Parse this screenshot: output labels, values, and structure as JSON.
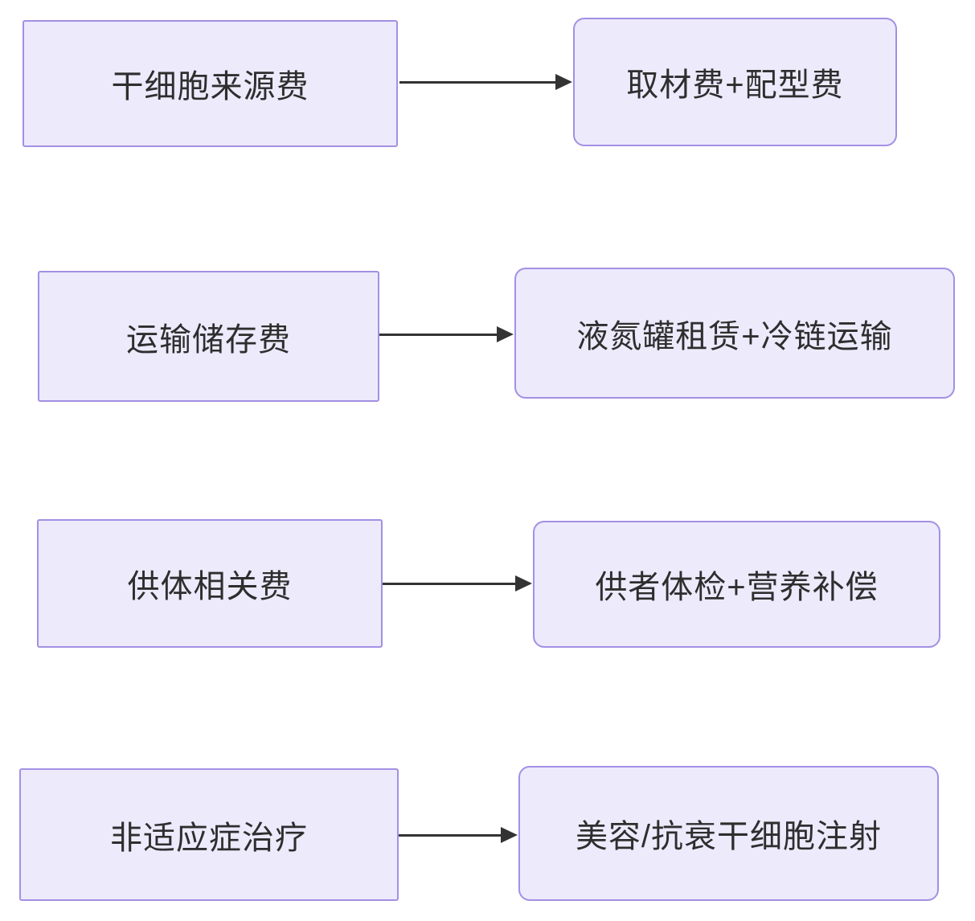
{
  "diagram": {
    "rows": [
      {
        "left": "干细胞来源费",
        "right": "取材费+配型费"
      },
      {
        "left": "运输储存费",
        "right": "液氮罐租赁+冷链运输"
      },
      {
        "left": "供体相关费",
        "right": "供者体检+营养补偿"
      },
      {
        "left": "非适应症治疗",
        "right": "美容/抗衰干细胞注射"
      }
    ],
    "colors": {
      "box_fill": "#edeafc",
      "box_border": "#a390e4",
      "arrow": "#333333",
      "text": "#2e2e2e"
    }
  }
}
